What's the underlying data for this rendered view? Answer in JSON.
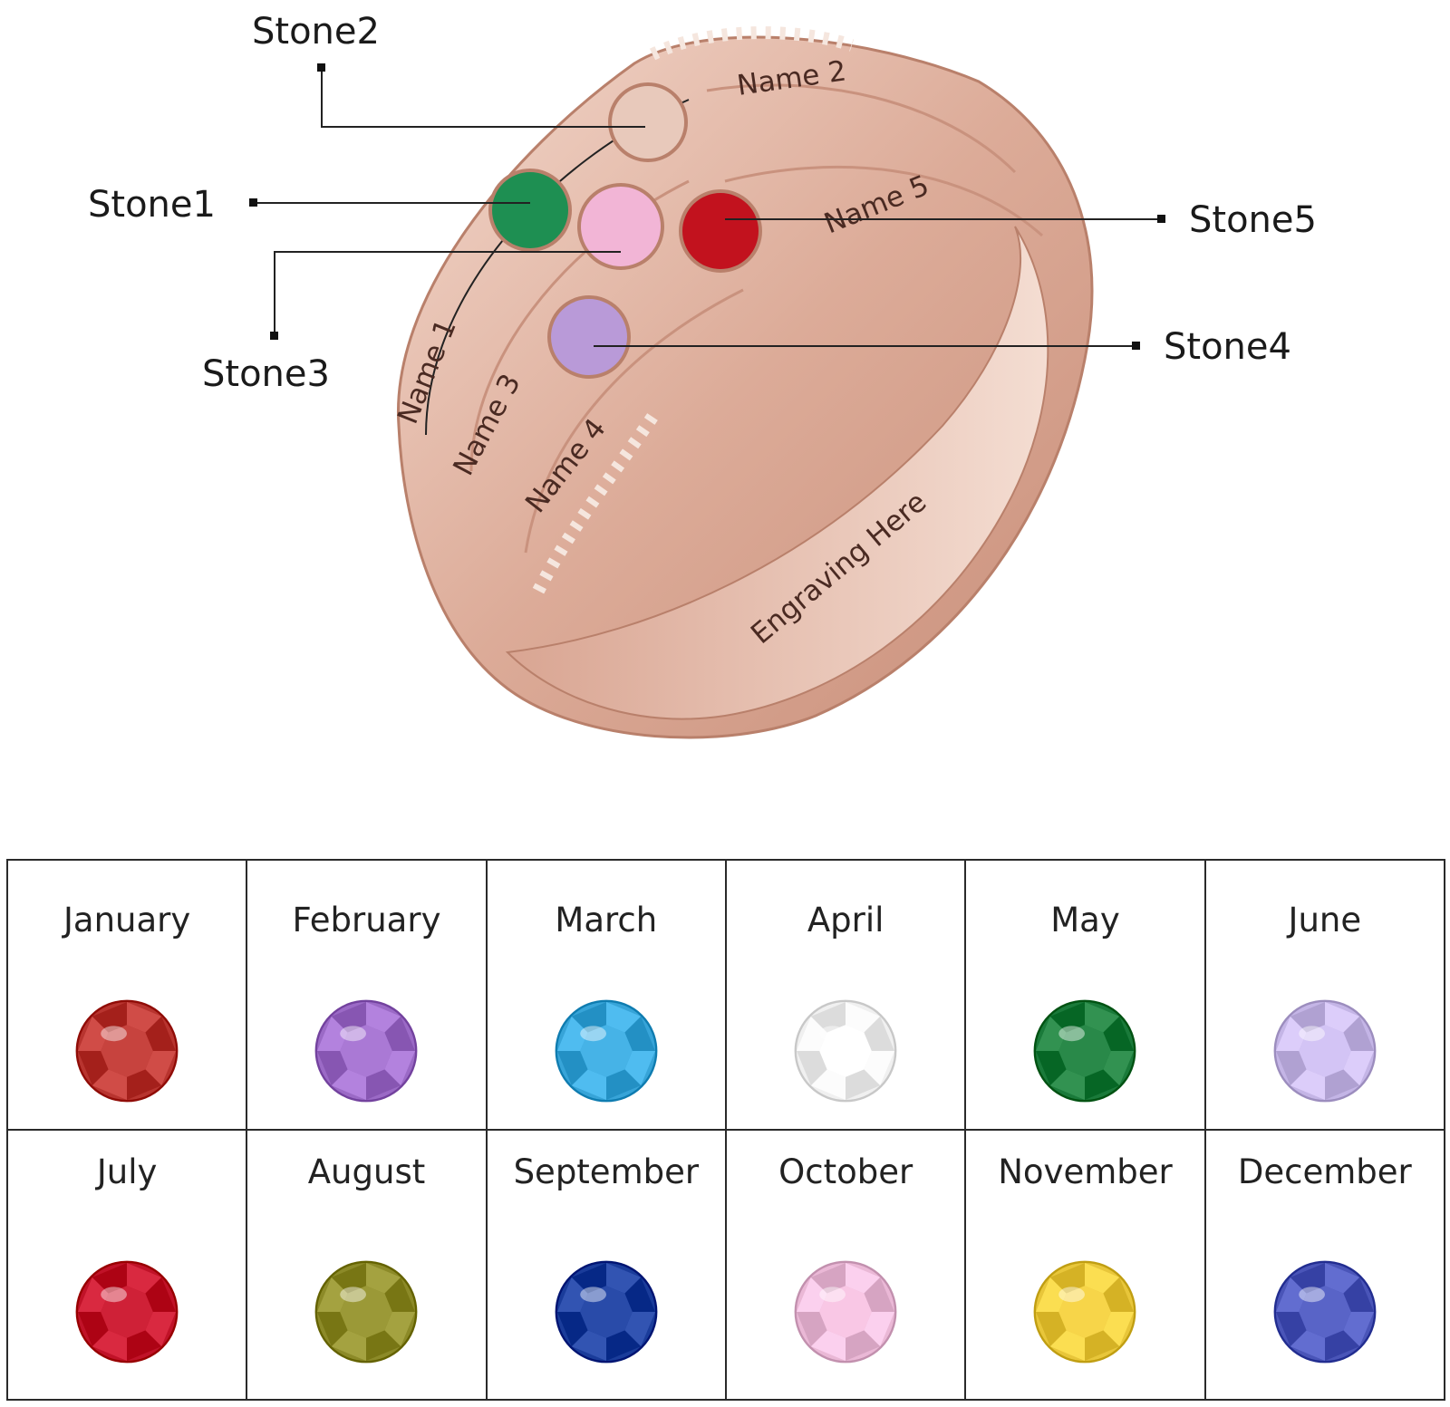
{
  "callouts": {
    "stone1": "Stone1",
    "stone2": "Stone2",
    "stone3": "Stone3",
    "stone4": "Stone4",
    "stone5": "Stone5"
  },
  "engravings": {
    "name1": "Name 1",
    "name2": "Name 2",
    "name3": "Name 3",
    "name4": "Name 4",
    "name5": "Name 5",
    "inner": "Engraving Here"
  },
  "ring_stone_colors": {
    "stone1": "#1e8f52",
    "stone2": "#e8c9bb",
    "stone3": "#f2b5d6",
    "stone4": "#b99ad8",
    "stone5": "#c2121e"
  },
  "birthstones": [
    {
      "month": "January",
      "color": "#b8342f"
    },
    {
      "month": "February",
      "color": "#9b6ac6"
    },
    {
      "month": "March",
      "color": "#37a4d8"
    },
    {
      "month": "April",
      "color": "#f0f0f0"
    },
    {
      "month": "May",
      "color": "#1a7a3a"
    },
    {
      "month": "June",
      "color": "#c4b5e6"
    },
    {
      "month": "July",
      "color": "#c01228"
    },
    {
      "month": "August",
      "color": "#8c8a28"
    },
    {
      "month": "September",
      "color": "#1a3c9a"
    },
    {
      "month": "October",
      "color": "#eab8d6"
    },
    {
      "month": "November",
      "color": "#e8c63a"
    },
    {
      "month": "December",
      "color": "#4a55b8"
    }
  ]
}
